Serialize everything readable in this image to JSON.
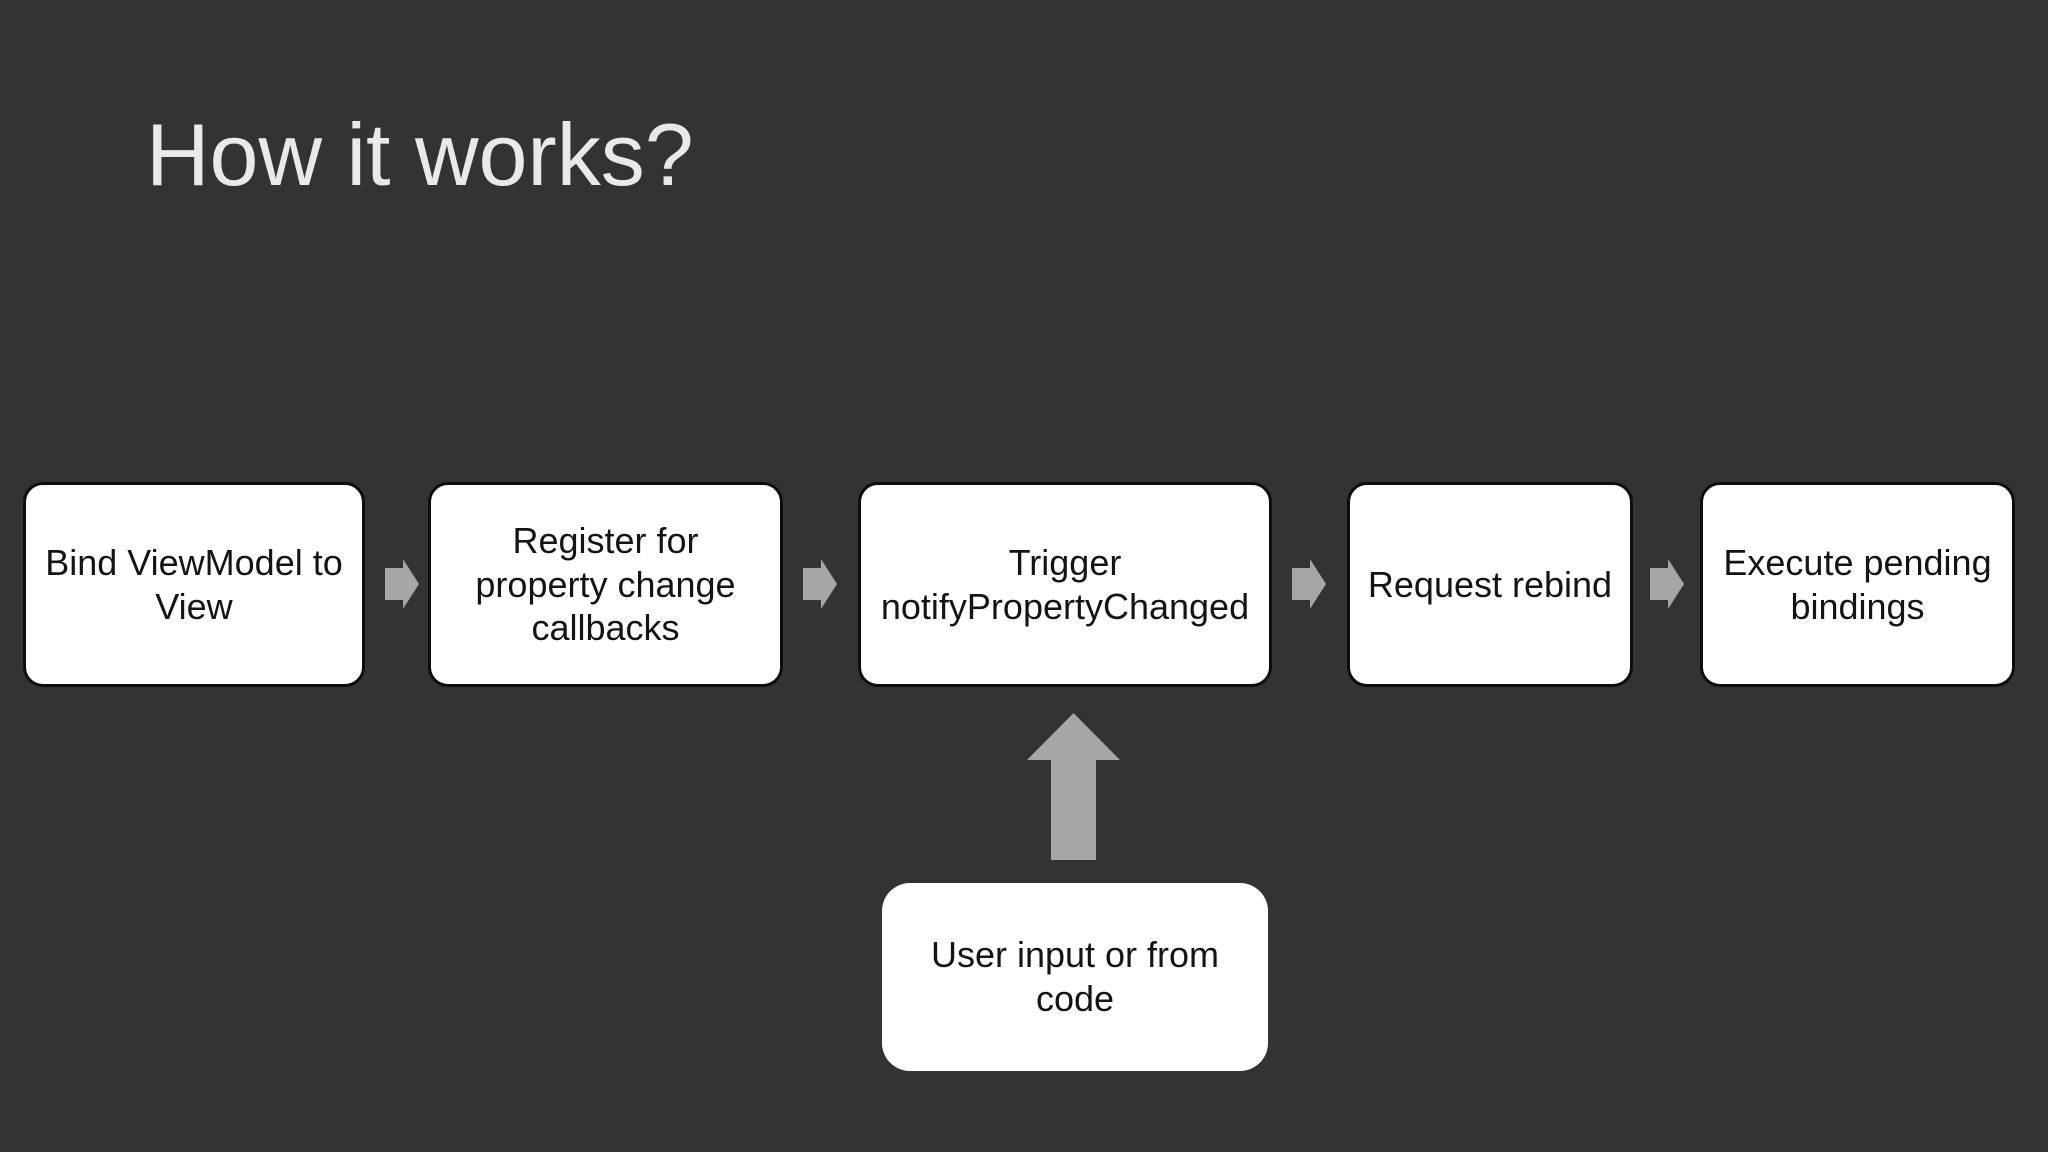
{
  "slide": {
    "title": "How it works?",
    "background_color": "#333333",
    "title_color": "#e9e9e9"
  },
  "flow": {
    "steps": [
      {
        "label": "Bind ViewModel to View"
      },
      {
        "label": "Register for property change callbacks"
      },
      {
        "label": "Trigger notifyPropertyChanged"
      },
      {
        "label": "Request rebind"
      },
      {
        "label": "Execute pending bindings"
      }
    ],
    "source_box": {
      "label": "User input or from code"
    },
    "style": {
      "box_fill": "#ffffff",
      "box_border_color": "#0d0d0d",
      "box_text_color": "#141414",
      "arrow_color": "#a6a6a6",
      "source_box_fill": "#ffffff"
    }
  }
}
